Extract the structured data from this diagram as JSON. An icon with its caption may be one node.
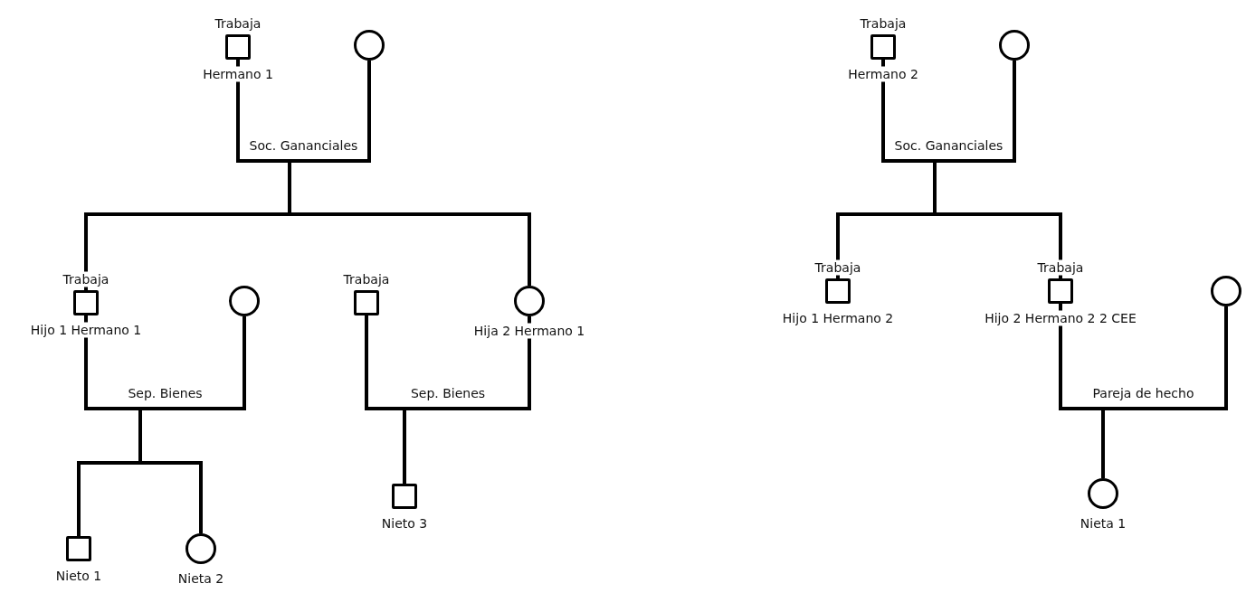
{
  "diagram": {
    "nodes": [
      {
        "text": [],
        "shape": "box",
        "beside": [
          "Trabaja",
          "Hermano 1"
        ]
      },
      {
        "text": [],
        "shape": "circle"
      },
      {
        "text": [],
        "shape": "box",
        "beside": [
          "Trabaja",
          "Hijo 1 Hermano 1"
        ]
      },
      {
        "text": [],
        "shape": "circle"
      },
      {
        "text": [],
        "shape": "box",
        "beside": [
          "Trabaja"
        ]
      },
      {
        "text": [],
        "shape": "circle",
        "beside": [
          "Hija 2 Hermano 1"
        ]
      },
      {
        "text": [],
        "shape": "box",
        "beside": [
          "Nieto 1"
        ]
      },
      {
        "text": [],
        "shape": "circle",
        "beside": [
          "Nieta 2"
        ]
      },
      {
        "text": [],
        "shape": "box",
        "beside": [
          "Nieto 3"
        ]
      },
      {
        "text": [],
        "shape": "box",
        "beside": [
          "Trabaja",
          "Hermano 2"
        ]
      },
      {
        "text": [],
        "shape": "circle"
      },
      {
        "text": [],
        "shape": "box",
        "beside": [
          "Trabaja",
          "Hijo 1 Hermano 2"
        ]
      },
      {
        "text": [],
        "shape": "box",
        "beside": [
          "Trabaja",
          "Hijo 2 Hermano 2 2 CEE"
        ]
      },
      {
        "text": [],
        "shape": "circle"
      },
      {
        "text": [],
        "shape": "circle",
        "beside": [
          "Nieta 1"
        ]
      }
    ],
    "edges": [
      {
        "from": 0,
        "to": 1,
        "arrow": "none",
        "label": "Soc. Gananciales"
      },
      {
        "from": 0,
        "to": 2,
        "arrow": "none"
      },
      {
        "from": 1,
        "to": 2,
        "arrow": "none"
      },
      {
        "from": 0,
        "to": 5,
        "arrow": "none"
      },
      {
        "from": 1,
        "to": 5,
        "arrow": "none"
      },
      {
        "from": 2,
        "to": 3,
        "arrow": "none",
        "label": "Sep. Bienes"
      },
      {
        "from": 4,
        "to": 5,
        "arrow": "none",
        "label": "Sep. Bienes"
      },
      {
        "from": 2,
        "to": 6,
        "arrow": "none"
      },
      {
        "from": 3,
        "to": 6,
        "arrow": "none"
      },
      {
        "from": 2,
        "to": 7,
        "arrow": "none"
      },
      {
        "from": 3,
        "to": 7,
        "arrow": "none"
      },
      {
        "from": 4,
        "to": 8,
        "arrow": "none"
      },
      {
        "from": 5,
        "to": 8,
        "arrow": "none"
      },
      {
        "from": 9,
        "to": 10,
        "arrow": "none",
        "label": "Soc. Gananciales"
      },
      {
        "from": 9,
        "to": 11,
        "arrow": "none"
      },
      {
        "from": 10,
        "to": 11,
        "arrow": "none"
      },
      {
        "from": 9,
        "to": 12,
        "arrow": "none"
      },
      {
        "from": 10,
        "to": 12,
        "arrow": "none"
      },
      {
        "from": 12,
        "to": 13,
        "arrow": "none",
        "label": "Pareja de hecho"
      },
      {
        "from": 12,
        "to": 14,
        "arrow": "none"
      },
      {
        "from": 13,
        "to": 14,
        "arrow": "none"
      }
    ]
  }
}
